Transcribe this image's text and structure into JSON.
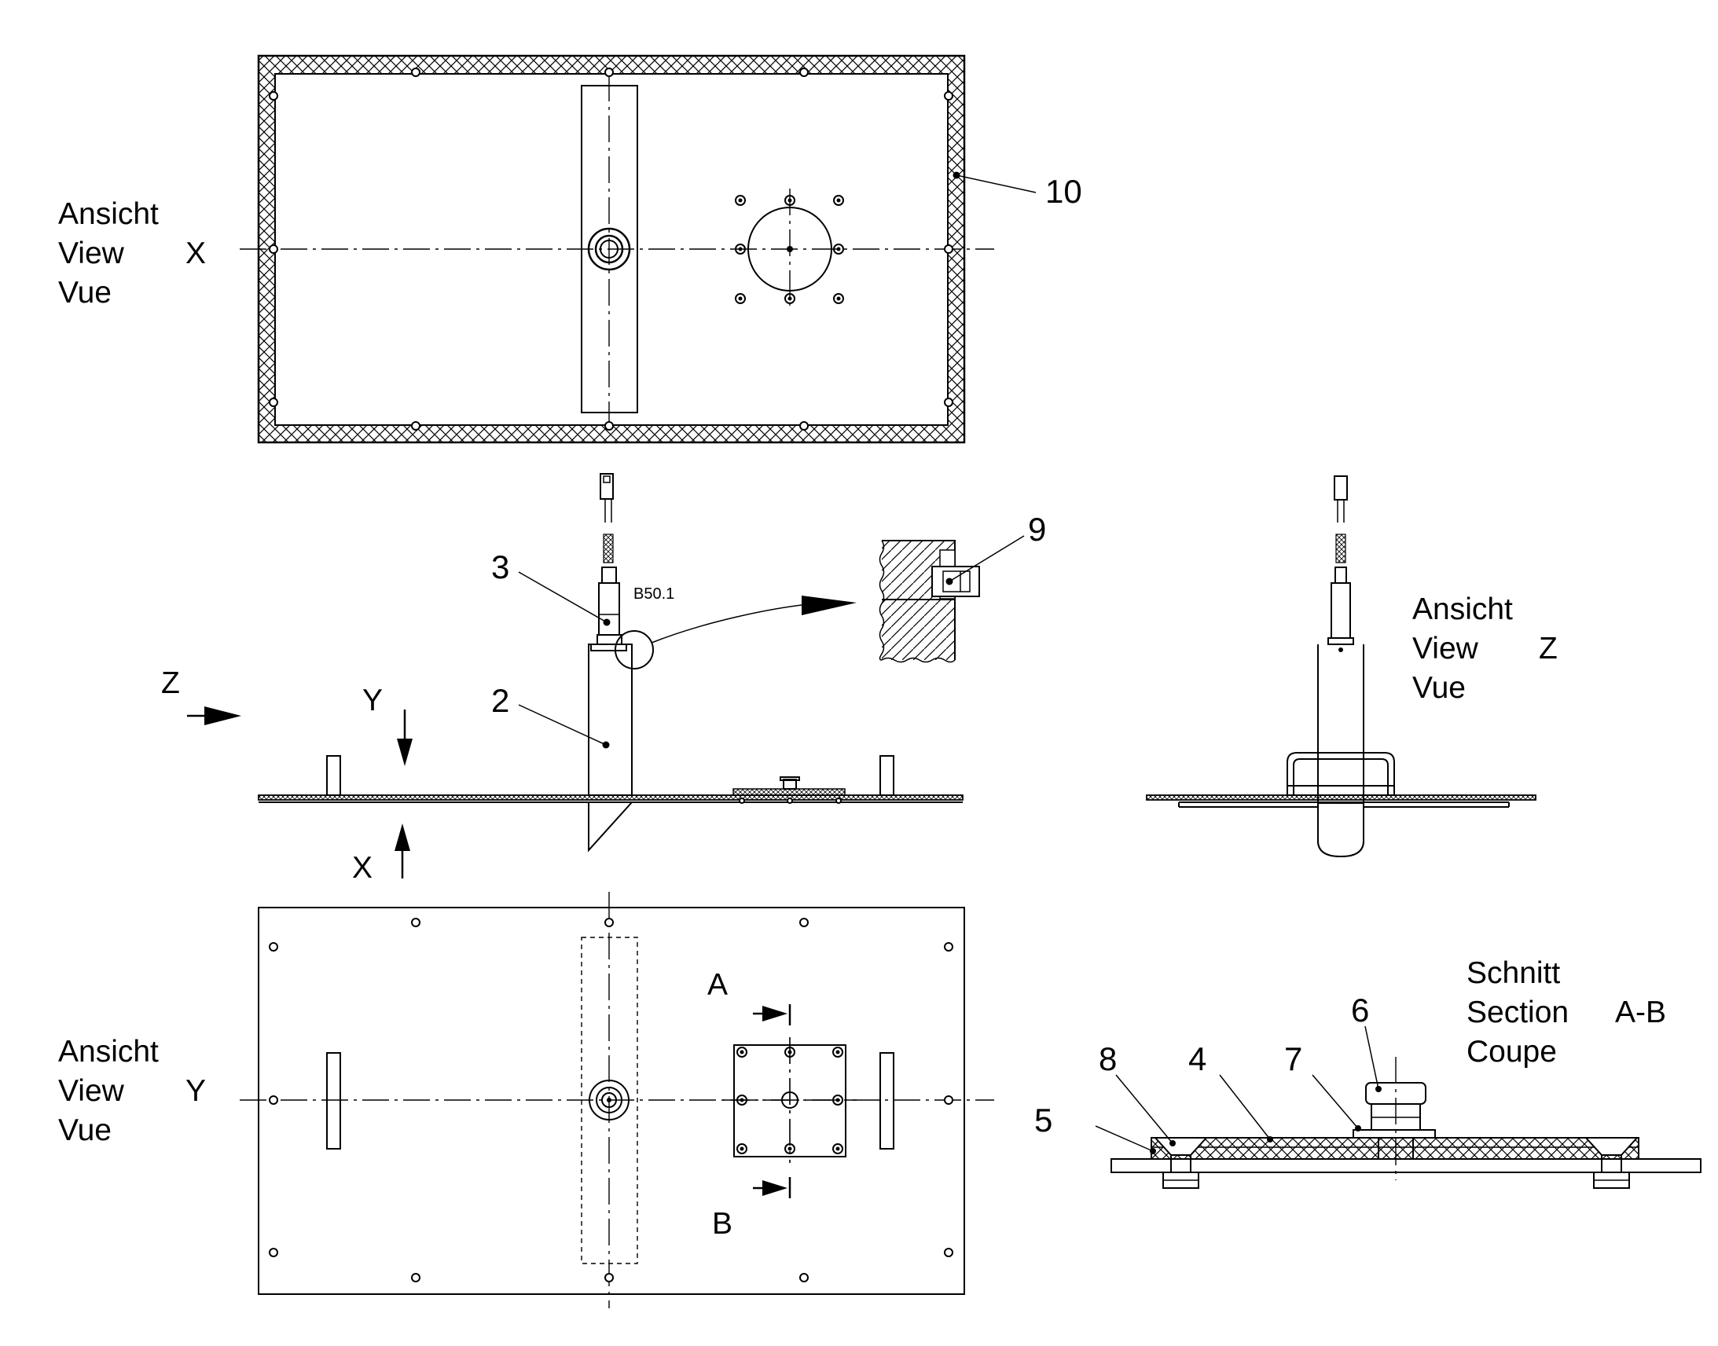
{
  "views": {
    "view_x": {
      "line1": "Ansicht",
      "line2": "View",
      "line3": "Vue",
      "letter": "X"
    },
    "view_y": {
      "line1": "Ansicht",
      "line2": "View",
      "line3": "Vue",
      "letter": "Y"
    },
    "view_z": {
      "line1": "Ansicht",
      "line2": "View",
      "line3": "Vue",
      "letter": "Z"
    }
  },
  "section": {
    "line1": "Schnitt",
    "line2": "Section",
    "line3": "Coupe",
    "designation": "A-B"
  },
  "section_markers": {
    "a": "A",
    "b": "B"
  },
  "direction_arrows": {
    "z": "Z",
    "y": "Y",
    "x": "X"
  },
  "sensor_tag": "B50.1",
  "part_numbers": {
    "p2": "2",
    "p3": "3",
    "p4": "4",
    "p5": "5",
    "p6": "6",
    "p7": "7",
    "p8": "8",
    "p9": "9",
    "p10": "10"
  }
}
